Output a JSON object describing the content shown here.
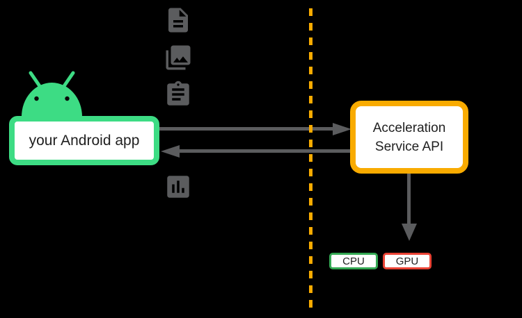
{
  "colors": {
    "background": "#000000",
    "android_green": "#3DDC84",
    "icon_gray": "#5B5C5E",
    "orange": "#F9AB00",
    "cpu_green": "#34A853",
    "gpu_red": "#EA4335",
    "text_dark": "#1F1F1F",
    "box_fill": "#FFFFFF"
  },
  "app": {
    "label": "your Android app"
  },
  "api": {
    "label": "Acceleration Service API"
  },
  "processors": {
    "cpu": "CPU",
    "gpu": "GPU"
  },
  "icons": {
    "android_robot": "android-robot-icon",
    "document": "document-icon",
    "photo_library": "photo-library-icon",
    "clipboard": "clipboard-icon",
    "bar_chart": "bar-chart-icon"
  }
}
